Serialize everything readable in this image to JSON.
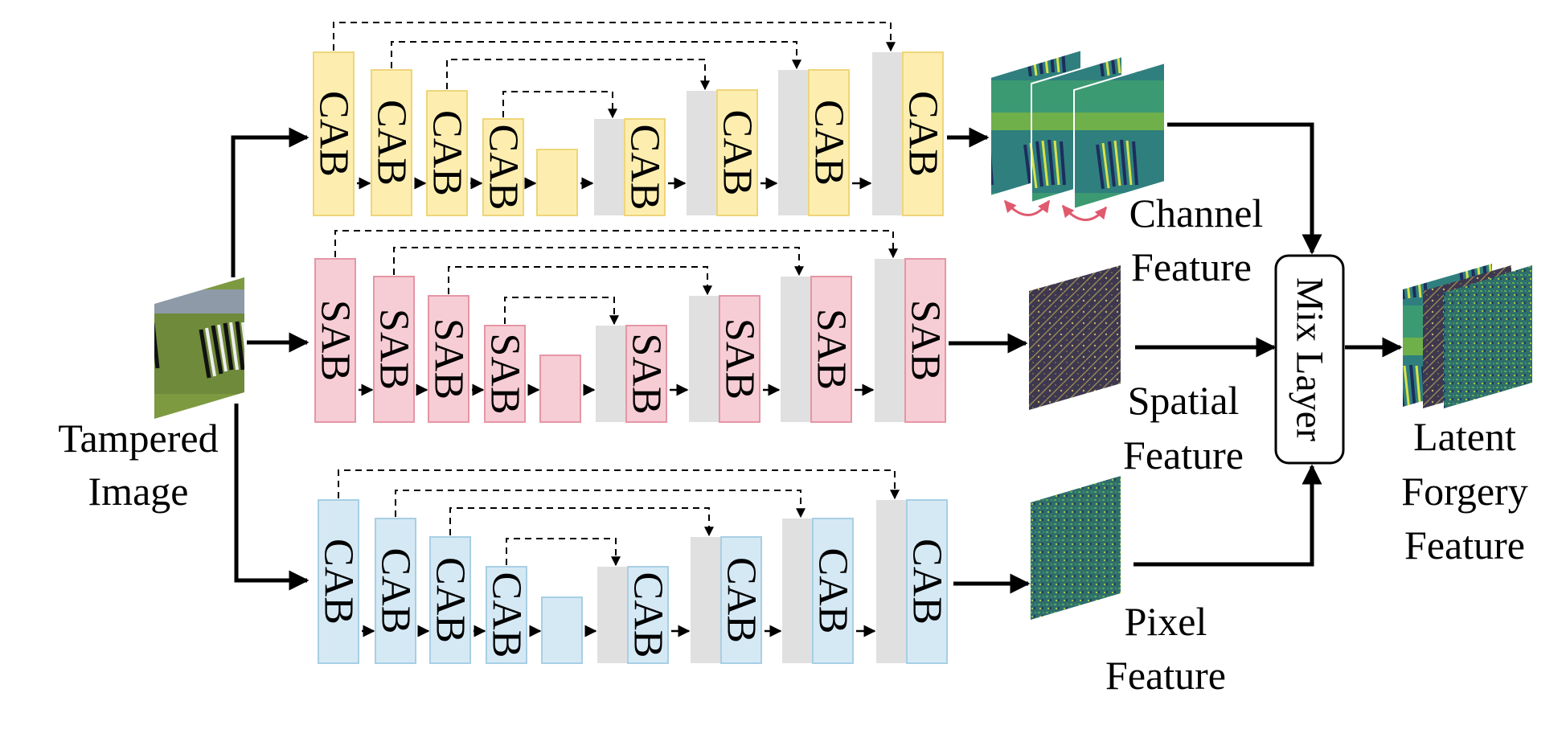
{
  "colors": {
    "yellow_fill": "#fdeeb0",
    "yellow_stroke": "#efd57a",
    "pink_fill": "#f7cdd5",
    "pink_stroke": "#e596a4",
    "blue_fill": "#d5e9f5",
    "blue_stroke": "#a7cfe5",
    "gray_fill": "#e0e0e0",
    "swap_arrow": "#e05a6e"
  },
  "labels": {
    "input_line1": "Tampered",
    "input_line2": "Image",
    "channel_line1": "Channel",
    "channel_line2": "Feature",
    "spatial_line1": "Spatial",
    "spatial_line2": "Feature",
    "pixel_line1": "Pixel",
    "pixel_line2": "Feature",
    "mix_layer": "Mix Layer",
    "output_line1": "Latent",
    "output_line2": "Forgery",
    "output_line3": "Feature"
  },
  "branches": [
    {
      "id": "channel",
      "block_label": "CAB",
      "color": "yellow"
    },
    {
      "id": "spatial",
      "block_label": "SAB",
      "color": "pink"
    },
    {
      "id": "pixel",
      "block_label": "CAB",
      "color": "blue"
    }
  ]
}
